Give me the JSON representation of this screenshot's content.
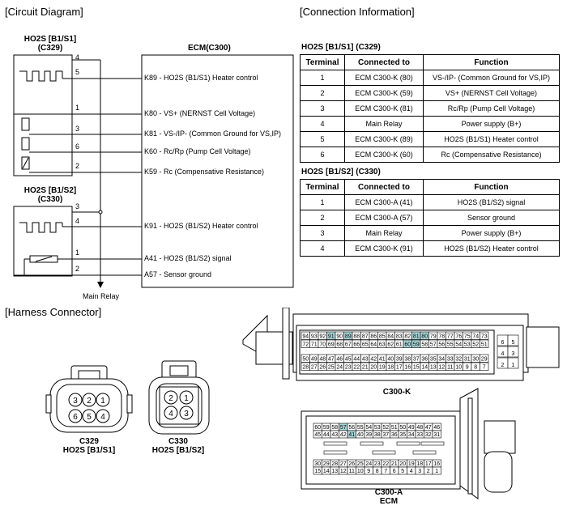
{
  "sections": {
    "circuit": "[Circuit Diagram]",
    "connection": "[Connection Information]",
    "harness": "[Harness Connector]"
  },
  "circuit": {
    "sensor1": {
      "title": "HO2S [B1/S1]",
      "sub": "(C329)"
    },
    "sensor2": {
      "title": "HO2S [B1/S2]",
      "sub": "(C330)"
    },
    "ecm_title": "ECM(C300)",
    "main_relay": "Main Relay",
    "s1_pins": [
      "4",
      "5",
      "1",
      "3",
      "6",
      "2"
    ],
    "s2_pins": [
      "3",
      "4",
      "1",
      "2"
    ],
    "ecm_pins": [
      "K89 - HO2S (B1/S1) Heater control",
      "K80 - VS+ (NERNST Cell Voltage)",
      "K81 - VS-/IP- (Common Ground for VS,IP)",
      "K60 - Rc/Rp (Pump Cell Voltage)",
      "K59 - Rc (Compensative Resistance)",
      "K91 - HO2S (B1/S2) Heater control",
      "A41 - HO2S (B1/S2) signal",
      "A57 - Sensor ground"
    ]
  },
  "table1": {
    "title": "HO2S [B1/S1] (C329)",
    "headers": [
      "Terminal",
      "Connected to",
      "Function"
    ],
    "rows": [
      [
        "1",
        "ECM C300-K (80)",
        "VS-/IP- (Common Ground for VS,IP)"
      ],
      [
        "2",
        "ECM C300-K (59)",
        "VS+ (NERNST Cell Voltage)"
      ],
      [
        "3",
        "ECM C300-K (81)",
        "Rc/Rp (Pump Cell Voltage)"
      ],
      [
        "4",
        "Main Relay",
        "Power supply (B+)"
      ],
      [
        "5",
        "ECM C300-K (89)",
        "HO2S (B1/S1) Heater control"
      ],
      [
        "6",
        "ECM C300-K (60)",
        "Rc (Compensative Resistance)"
      ]
    ]
  },
  "table2": {
    "title": "HO2S [B1/S2] (C330)",
    "headers": [
      "Terminal",
      "Connected to",
      "Function"
    ],
    "rows": [
      [
        "1",
        "ECM C300-A (41)",
        "HO2S (B1/S2) signal"
      ],
      [
        "2",
        "ECM C300-A (57)",
        "Sensor ground"
      ],
      [
        "3",
        "Main Relay",
        "Power supply (B+)"
      ],
      [
        "4",
        "ECM C300-K (91)",
        "HO2S (B1/S2) Heater control"
      ]
    ]
  },
  "harness": {
    "c329": {
      "line1": "C329",
      "line2": "HO2S [B1/S1]",
      "pins": [
        "3",
        "2",
        "1",
        "6",
        "5",
        "4"
      ]
    },
    "c330": {
      "line1": "C330",
      "line2": "HO2S [B1/S2]",
      "pins": [
        "2",
        "1",
        "4",
        "3"
      ]
    },
    "c300k": {
      "label": "C300-K"
    },
    "c300a": {
      "line1": "C300-A",
      "line2": "ECM"
    },
    "highlight_color": "#a9d6d8",
    "k_rows": [
      [
        "94",
        "93",
        "92",
        "91",
        "90",
        "89",
        "88",
        "87",
        "86",
        "85",
        "84",
        "83",
        "82",
        "81",
        "80",
        "79",
        "78",
        "77",
        "76",
        "75",
        "74",
        "73"
      ],
      [
        "72",
        "71",
        "70",
        "69",
        "68",
        "67",
        "66",
        "65",
        "64",
        "63",
        "62",
        "61",
        "60",
        "59",
        "58",
        "57",
        "56",
        "55",
        "54",
        "53",
        "52",
        "51"
      ],
      [
        "50",
        "49",
        "48",
        "47",
        "46",
        "45",
        "44",
        "43",
        "42",
        "41",
        "40",
        "39",
        "38",
        "37",
        "36",
        "35",
        "34",
        "33",
        "32",
        "31",
        "30",
        "29"
      ],
      [
        "28",
        "27",
        "26",
        "25",
        "24",
        "23",
        "22",
        "21",
        "20",
        "19",
        "18",
        "17",
        "16",
        "15",
        "14",
        "13",
        "12",
        "11",
        "10",
        "9",
        "8",
        "7"
      ]
    ],
    "k_small": [
      [
        "6",
        "5"
      ],
      [
        "4",
        "3"
      ],
      [
        "2",
        "1"
      ]
    ],
    "k_highlight": [
      "91",
      "89",
      "81",
      "80",
      "60",
      "59"
    ],
    "a_rows": [
      [
        "60",
        "59",
        "58",
        "57",
        "56",
        "55",
        "54",
        "53",
        "52",
        "51",
        "50",
        "49",
        "48",
        "47",
        "46"
      ],
      [
        "45",
        "44",
        "43",
        "42",
        "41",
        "40",
        "39",
        "38",
        "37",
        "36",
        "35",
        "34",
        "33",
        "32",
        "31"
      ],
      [
        "30",
        "29",
        "28",
        "27",
        "26",
        "25",
        "24",
        "23",
        "22",
        "21",
        "20",
        "19",
        "18",
        "17",
        "16"
      ],
      [
        "15",
        "14",
        "13",
        "12",
        "11",
        "10",
        "9",
        "8",
        "7",
        "6",
        "5",
        "4",
        "3",
        "2",
        "1"
      ]
    ],
    "a_highlight": [
      "57",
      "41"
    ]
  }
}
